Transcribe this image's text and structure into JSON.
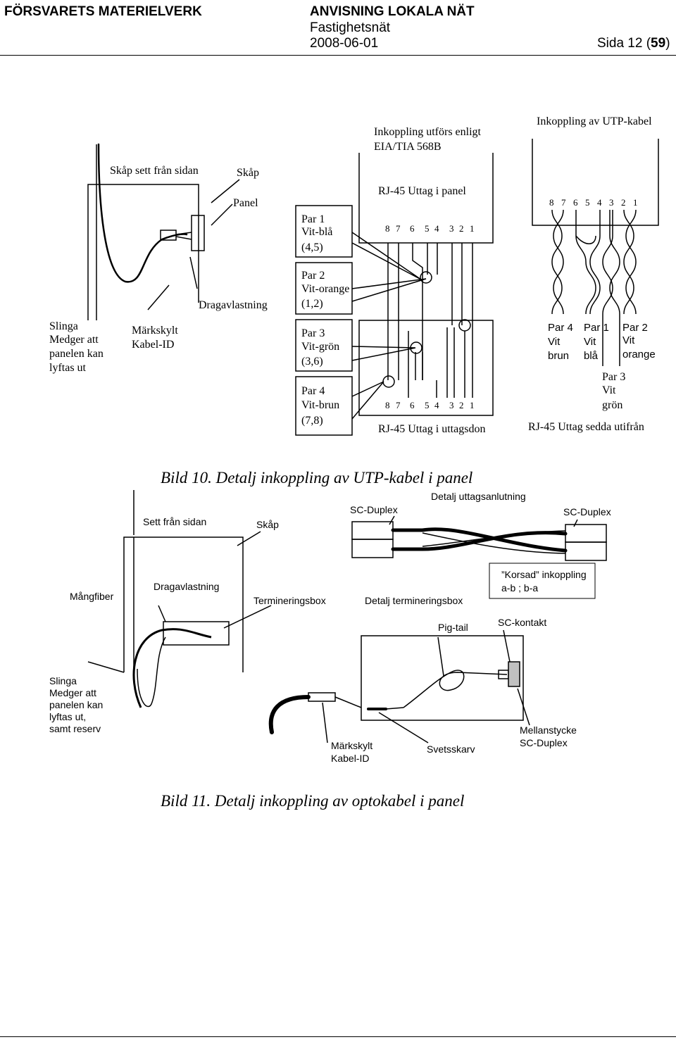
{
  "header": {
    "org": "FÖRSVARETS MATERIELVERK",
    "doc_title": "ANVISNING LOKALA NÄT",
    "doc_subtitle": "Fastighetsnät",
    "date": "2008-06-01",
    "page_prefix": "Sida 12 (",
    "page_total": "59",
    "page_suffix": ")"
  },
  "fig10": {
    "inkoppling_enligt_1": "Inkoppling utförs enligt",
    "inkoppling_enligt_2": "EIA/TIA 568B",
    "inkoppling_utp": "Inkoppling av UTP-kabel",
    "skap_sett": "Skåp sett från sidan",
    "skap": "Skåp",
    "panel": "Panel",
    "rj45_panel": "RJ-45 Uttag i panel",
    "dragavlastning": "Dragavlastning",
    "slinga": [
      "Slinga",
      "Medger att",
      "panelen kan",
      "lyftas ut"
    ],
    "markskylt": [
      "Märkskylt",
      "Kabel-ID"
    ],
    "pairs": [
      [
        "Par 1",
        "Vit-blå",
        "(4,5)"
      ],
      [
        "Par 2",
        "Vit-orange",
        "(1,2)"
      ],
      [
        "Par 3",
        "Vit-grön",
        "(3,6)"
      ],
      [
        "Par 4",
        "Vit-brun",
        "(7,8)"
      ]
    ],
    "pins_panel": [
      "8",
      "7",
      "6",
      "5",
      "4",
      "3",
      "2",
      "1"
    ],
    "pins_uttag": [
      "8",
      "7",
      "6",
      "5",
      "4",
      "3",
      "2",
      "1"
    ],
    "pins_right": [
      "8",
      "7",
      "6",
      "5",
      "4",
      "3",
      "2",
      "1"
    ],
    "rj45_uttagsdon": "RJ-45 Uttag i uttagsdon",
    "right_pairs": [
      [
        "Par 4",
        "Vit",
        "brun"
      ],
      [
        "Par 1",
        "Vit",
        "blå"
      ],
      [
        "Par 2",
        "Vit",
        "orange"
      ],
      [
        "Par 3",
        "Vit",
        "grön"
      ]
    ],
    "rj45_utifran": "RJ-45 Uttag sedda utifrån",
    "caption": "Bild 10. Detalj inkoppling av UTP-kabel i panel"
  },
  "fig11": {
    "sett_fran_sidan": "Sett från sidan",
    "skap": "Skåp",
    "sc_duplex_1": "SC-Duplex",
    "detalj_uttag": "Detalj uttagsanlutning",
    "sc_duplex_2": "SC-Duplex",
    "mangfiber": "Mångfiber",
    "dragavlastning": "Dragavlastning",
    "termineringsbox": "Termineringsbox",
    "detalj_term": "Detalj termineringsbox",
    "korsad_1": "”Korsad” inkoppling",
    "korsad_2": "a-b ; b-a",
    "pig_tail": "Pig-tail",
    "sc_kontakt": "SC-kontakt",
    "slinga": [
      "Slinga",
      "Medger att",
      "panelen kan",
      "lyftas ut,",
      "samt reserv"
    ],
    "markskylt": [
      "Märkskylt",
      "Kabel-ID"
    ],
    "svetsskarv": "Svetsskarv",
    "mellanstycke": [
      "Mellanstycke",
      "SC-Duplex"
    ],
    "caption": "Bild 11. Detalj inkoppling av optokabel i panel"
  }
}
